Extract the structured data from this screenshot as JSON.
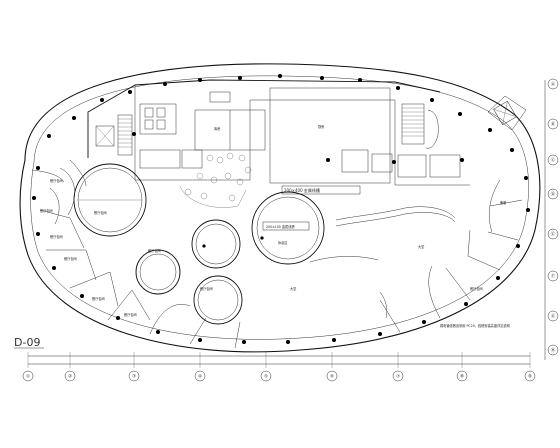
{
  "sheet_label": "D-09",
  "banner_label": "200×400 金属线槽",
  "tray_label": "200×100 金属线槽",
  "tray_label_2": "—",
  "note_text": "弱电管线敷设采用 PC20，线槽安装高度详见说明",
  "spaces": {
    "room_a": "餐厅包间",
    "room_b": "餐厅包间",
    "room_c": "餐厅包间",
    "room_d": "餐厅包间",
    "room_e": "餐厅包间",
    "room_f": "餐厅包间",
    "room_g": "餐厅包间",
    "room_h": "餐厅包间",
    "room_i": "餐厅包间",
    "room_j": "餐厅包间",
    "hall_main": "大堂",
    "hall_right": "大堂",
    "kitchen": "厨房",
    "store": "库房",
    "lounge": "休息区",
    "pantry": "备餐"
  },
  "grid_bottom": [
    "①",
    "②",
    "③",
    "④",
    "⑤",
    "⑥",
    "⑦",
    "⑧",
    "⑨"
  ],
  "grid_right": [
    "Ⓐ",
    "Ⓑ",
    "Ⓒ",
    "Ⓓ",
    "Ⓔ",
    "Ⓕ",
    "Ⓖ",
    "Ⓗ"
  ],
  "dimension_total": "—",
  "colors": {
    "ink": "#111111",
    "paper": "#ffffff",
    "fill_dark": "#000000"
  }
}
